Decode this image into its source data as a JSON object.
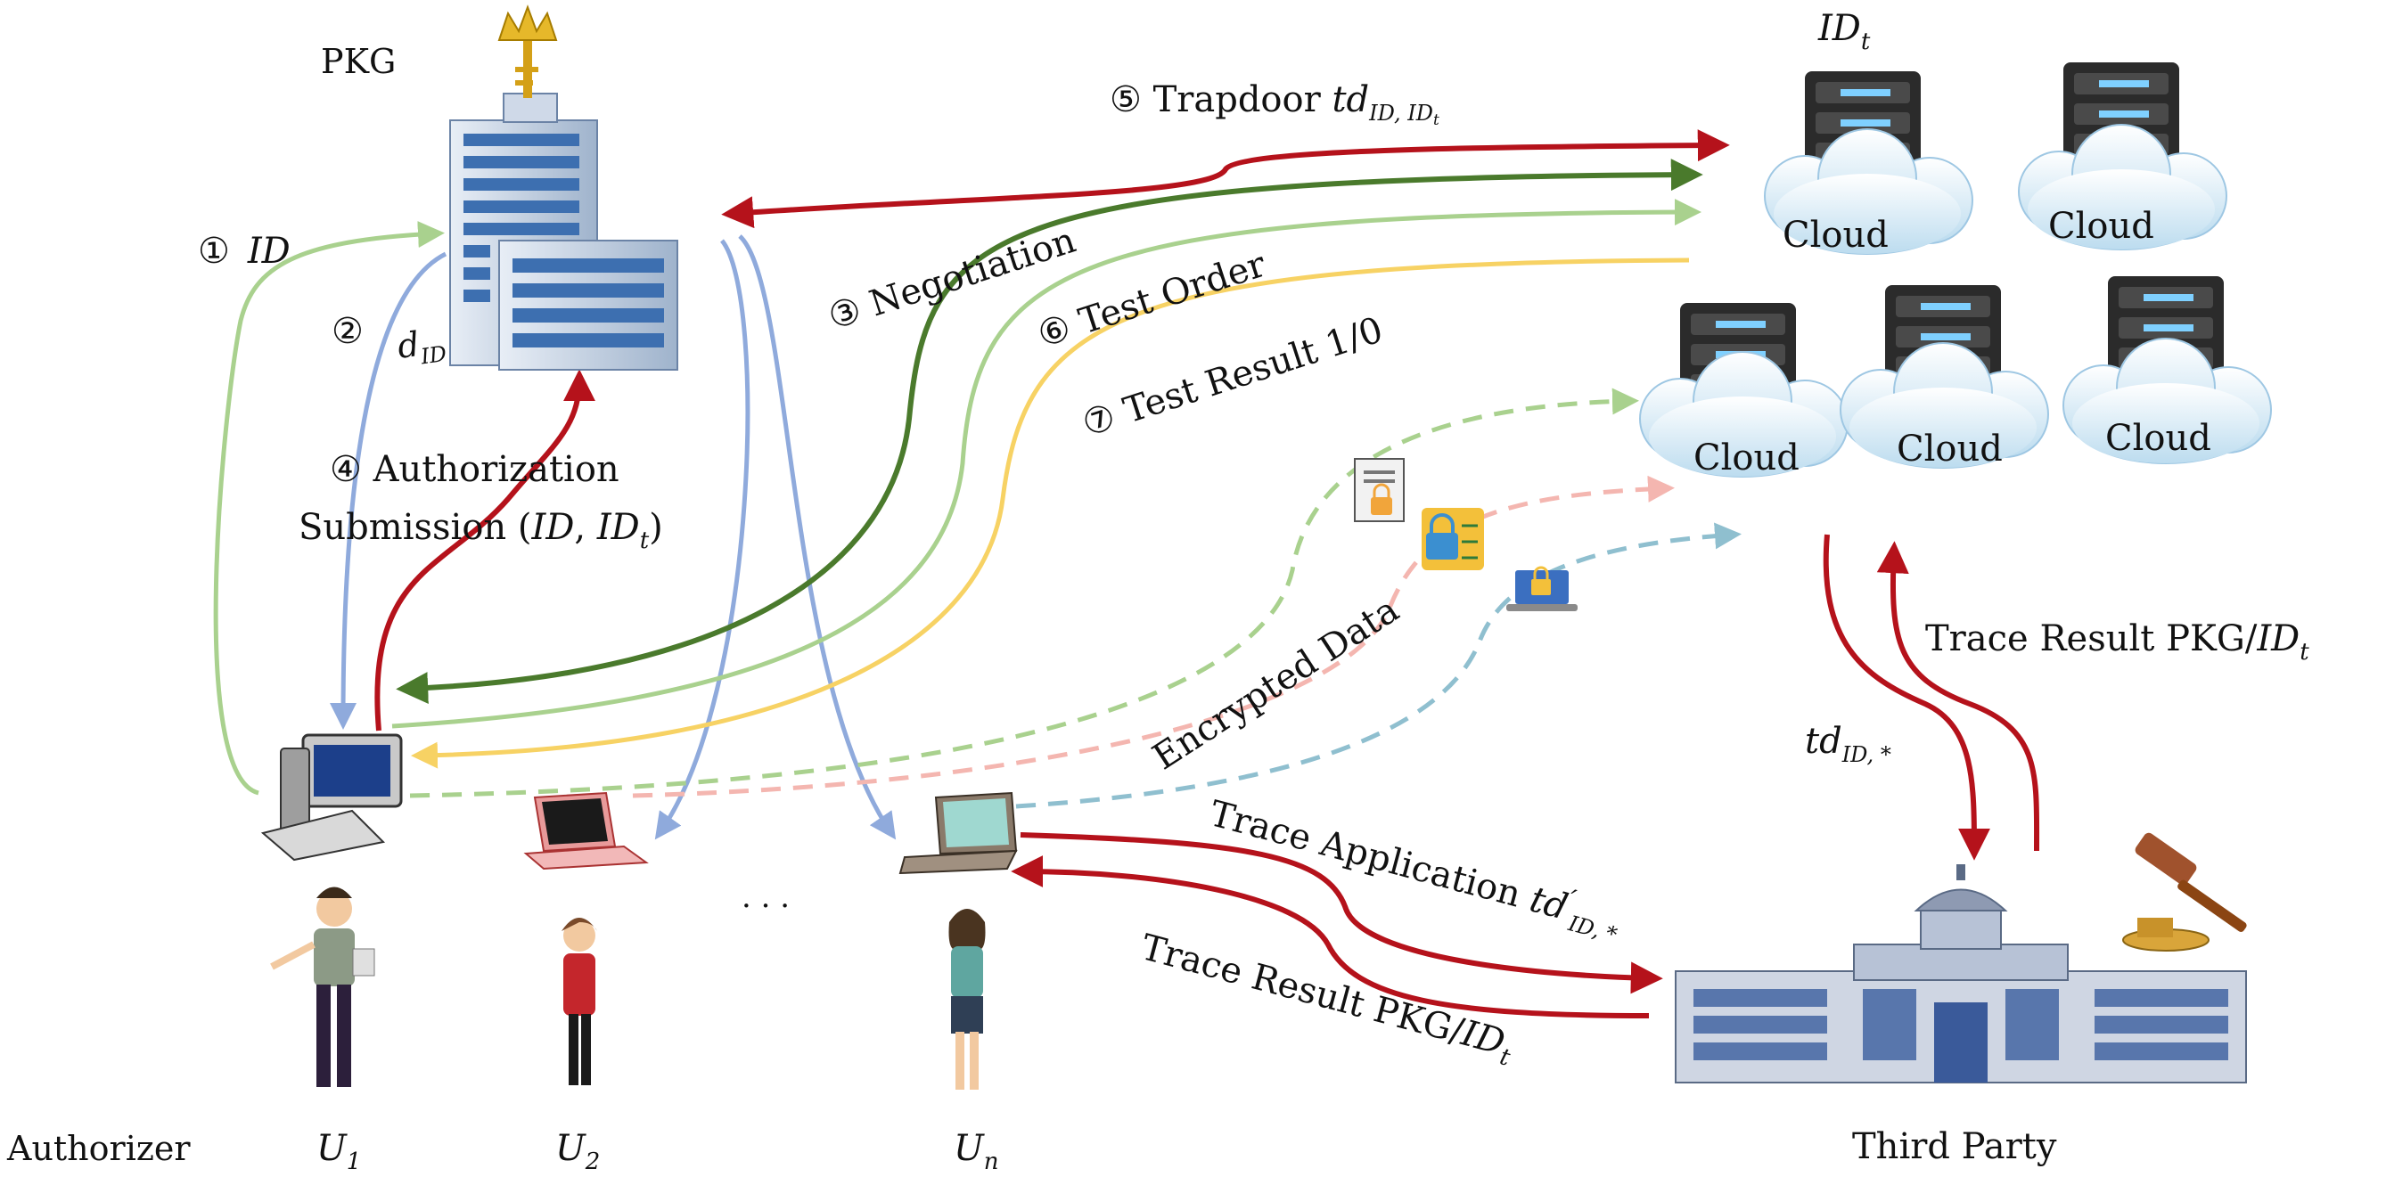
{
  "nodes": {
    "pkg": "PKG",
    "idt_top": "ID",
    "idt_sub": "t",
    "cloud": "Cloud",
    "third_party": "Third Party",
    "authorizer": "Authorizer",
    "ellipsis": "· · ·",
    "users": [
      {
        "name": "U",
        "sub": "1"
      },
      {
        "name": "U",
        "sub": "2"
      },
      {
        "name": "U",
        "sub": "n"
      }
    ]
  },
  "edges": {
    "s1_num": "①",
    "s1_text": "ID",
    "s2_num": "②",
    "s2_d": "d",
    "s2_sub": "ID",
    "s3": "③ Negotiation",
    "s4_line1": "④ Authorization",
    "s4_line2_a": "Submission (",
    "s4_line2_id": "ID",
    "s4_line2_idt": "ID",
    "s4_line2_sub": "t",
    "s4_line2_close": ")",
    "s5_a": "⑤ Trapdoor ",
    "s5_td": "td",
    "s5_sub": "ID, ID",
    "s5_subsub": "t",
    "s6": "⑥ Test Order",
    "s7": "⑦ Test Result 1/0",
    "encrypted": "Encrypted Data",
    "trace_app_a": "Trace Application ",
    "trace_app_td": "td",
    "trace_app_prime": "′",
    "trace_app_sub": "ID, *",
    "trace_result_lower_a": "Trace Result PKG/",
    "trace_result_lower_id": "ID",
    "trace_result_lower_sub": "t",
    "trace_result_right_a": "Trace Result PKG/",
    "trace_result_right_id": "ID",
    "trace_result_right_sub": "t",
    "td_star": "td",
    "td_star_sub": "ID, *"
  },
  "colors": {
    "red": "#b5121b",
    "dark_green": "#4a7a2c",
    "light_green": "#a9d18e",
    "yellow": "#f7d264",
    "blue": "#8faadc",
    "pink": "#f4b6b0",
    "teal": "#8fbfcf"
  },
  "icons": [
    "building-icon",
    "crown-key-icon",
    "server-icon",
    "cloud-icon",
    "desktop-computer-icon",
    "laptop-icon",
    "person-icon",
    "courthouse-icon",
    "gavel-icon",
    "locked-document-icon",
    "lock-chip-icon",
    "lock-laptop-icon"
  ]
}
